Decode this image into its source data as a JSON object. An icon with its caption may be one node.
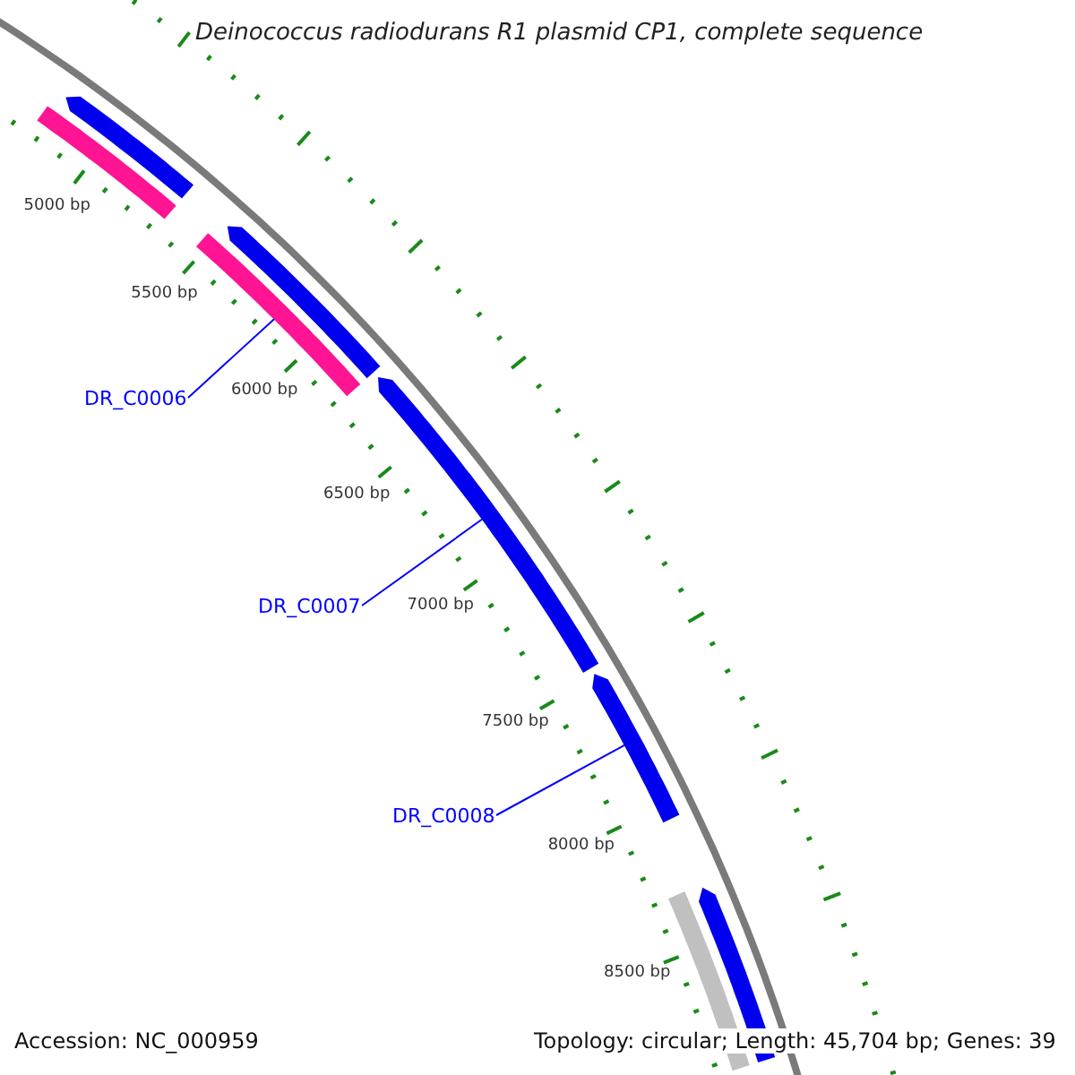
{
  "diagram": {
    "title": "Deinococcus radiodurans R1 plasmid CP1, complete sequence",
    "nodes": [
      {
        "text": [],
        "shape": "arrow"
      },
      {
        "text": [],
        "shape": "bar"
      },
      {
        "text": [],
        "shape": "arrow"
      },
      {
        "text": [],
        "shape": "bar"
      },
      {
        "text": [
          "DR_C0006"
        ]
      },
      {
        "text": [],
        "shape": "arrow"
      },
      {
        "text": [
          "DR_C0007"
        ]
      },
      {
        "text": [],
        "shape": "arrow"
      },
      {
        "text": [
          "DR_C0008"
        ]
      },
      {
        "text": [],
        "shape": "bar"
      },
      {
        "text": [],
        "shape": "arrow"
      }
    ],
    "edges": [
      {
        "from": 4,
        "to": 3,
        "arrow": "none"
      },
      {
        "from": 6,
        "to": 5,
        "arrow": "none"
      },
      {
        "from": 8,
        "to": 7,
        "arrow": "none"
      }
    ],
    "labels": [
      "5000 bp",
      "5500 bp",
      "6000 bp",
      "6500 bp",
      "7000 bp",
      "7500 bp",
      "8000 bp",
      "8500 bp",
      "Accession: NC_000959",
      "Topology: circular; Length: 45,704 bp; Genes: 39"
    ]
  }
}
